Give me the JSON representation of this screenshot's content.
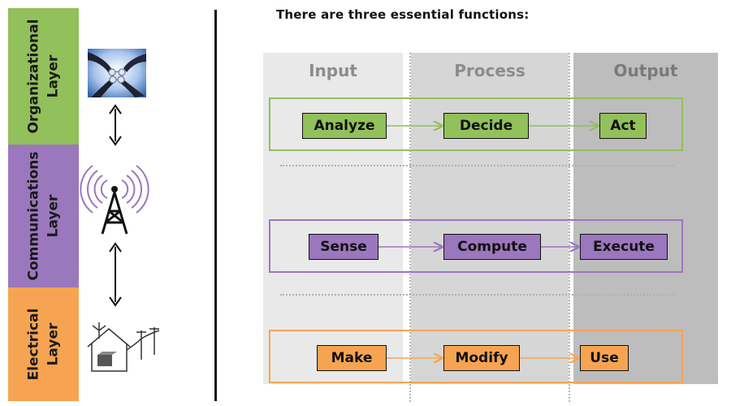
{
  "intro": "There are three essential functions:",
  "layers": [
    {
      "lines": [
        "Organizational",
        "Layer"
      ],
      "color": "#92c05a",
      "icon": "hands-circle-icon"
    },
    {
      "lines": [
        "Communications",
        "Layer"
      ],
      "color": "#9b77bd",
      "icon": "radio-tower-icon"
    },
    {
      "lines": [
        "Electrical",
        "Layer"
      ],
      "color": "#f7a452",
      "icon": "house-powerline-icon"
    }
  ],
  "columns": [
    "Input",
    "Process",
    "Output"
  ],
  "rows": [
    {
      "name": "organizational",
      "color": "#92c05a",
      "boxes": [
        "Analyze",
        "Decide",
        "Act"
      ]
    },
    {
      "name": "communications",
      "color": "#9b77bd",
      "boxes": [
        "Sense",
        "Compute",
        "Execute"
      ]
    },
    {
      "name": "electrical",
      "color": "#f7a452",
      "boxes": [
        "Make",
        "Modify",
        "Use"
      ]
    }
  ]
}
